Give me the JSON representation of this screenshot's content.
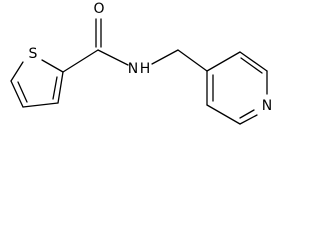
{
  "molecule": {
    "atoms": {
      "oxygen": "O",
      "sulfur": "S",
      "amide_nitrogen": "N",
      "amide_hydrogen": "H",
      "pyridine_nitrogen": "N"
    },
    "line_color": "#000000",
    "background_color": "#ffffff"
  }
}
